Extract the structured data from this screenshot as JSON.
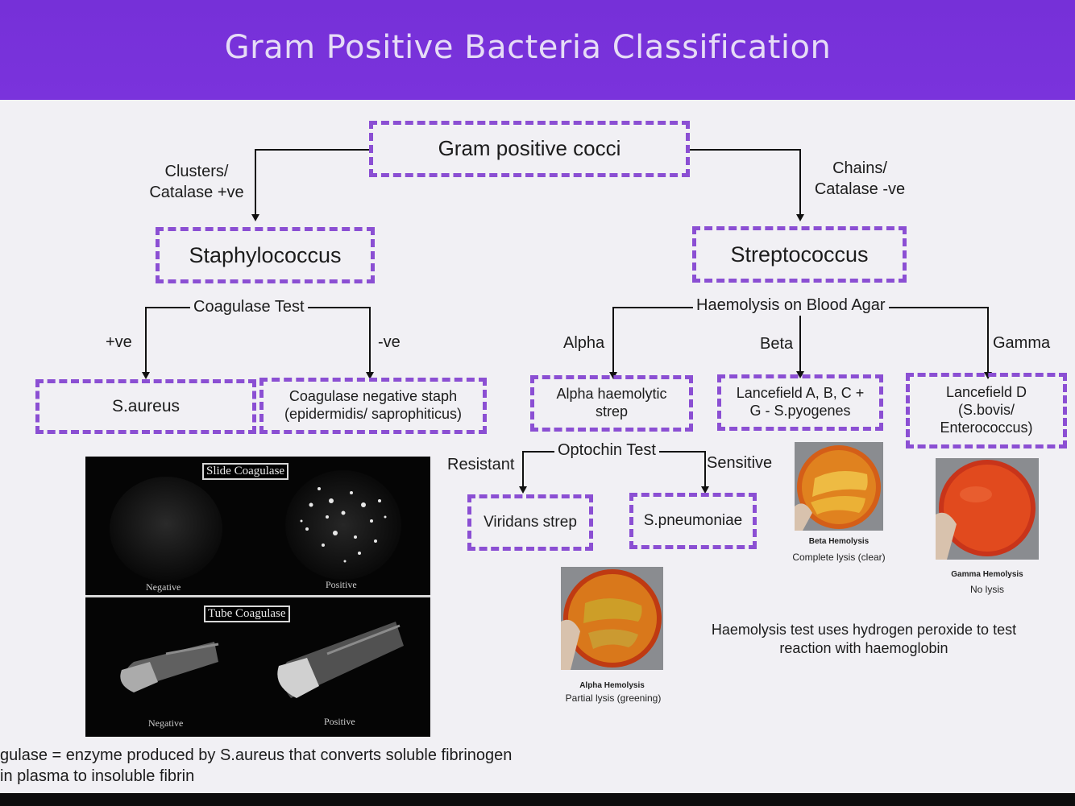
{
  "title": "Gram Positive Bacteria Classification",
  "colors": {
    "header": "#7a33dc",
    "box_border": "#8b4fd3",
    "slide_bg": "#f1f0f4"
  },
  "nodes": {
    "root": "Gram positive cocci",
    "staph": "Staphylococcus",
    "strep": "Streptococcus",
    "saureus": "S.aureus",
    "coag_neg": "Coagulase negative staph\n(epidermidis/ saprophiticus)",
    "alpha_strep": "Alpha haemolytic\nstrep",
    "lancefield_abcg": "Lancefield A, B, C +\nG - S.pyogenes",
    "lancefield_d": "Lancefield D\n(S.bovis/\nEnterococcus)",
    "viridans": "Viridans strep",
    "pneumoniae": "S.pneumoniae"
  },
  "edges": {
    "clusters": "Clusters/\nCatalase +ve",
    "chains": "Chains/\nCatalase -ve",
    "coagulase_test": "Coagulase Test",
    "pos": "+ve",
    "neg": "-ve",
    "haemolysis_test": "Haemolysis on Blood Agar",
    "alpha": "Alpha",
    "beta": "Beta",
    "gamma": "Gamma",
    "optochin_test": "Optochin Test",
    "resistant": "Resistant",
    "sensitive": "Sensitive"
  },
  "photos": {
    "beta": {
      "title": "Beta Hemolysis",
      "caption": "Complete lysis (clear)"
    },
    "gamma": {
      "title": "Gamma Hemolysis",
      "caption": "No lysis"
    },
    "alpha": {
      "title": "Alpha Hemolysis",
      "caption": "Partial lysis (greening)"
    }
  },
  "coagulase_image": {
    "slide_title": "Slide Coagulase",
    "tube_title": "Tube Coagulase",
    "negative": "Negative",
    "positive": "Positive"
  },
  "notes": {
    "haemolysis": "Haemolysis test uses hydrogen peroxide to test\nreaction with haemoglobin",
    "coagulase": "gulase = enzyme produced by S.aureus that converts soluble fibrinogen\nin plasma to insoluble fibrin"
  }
}
